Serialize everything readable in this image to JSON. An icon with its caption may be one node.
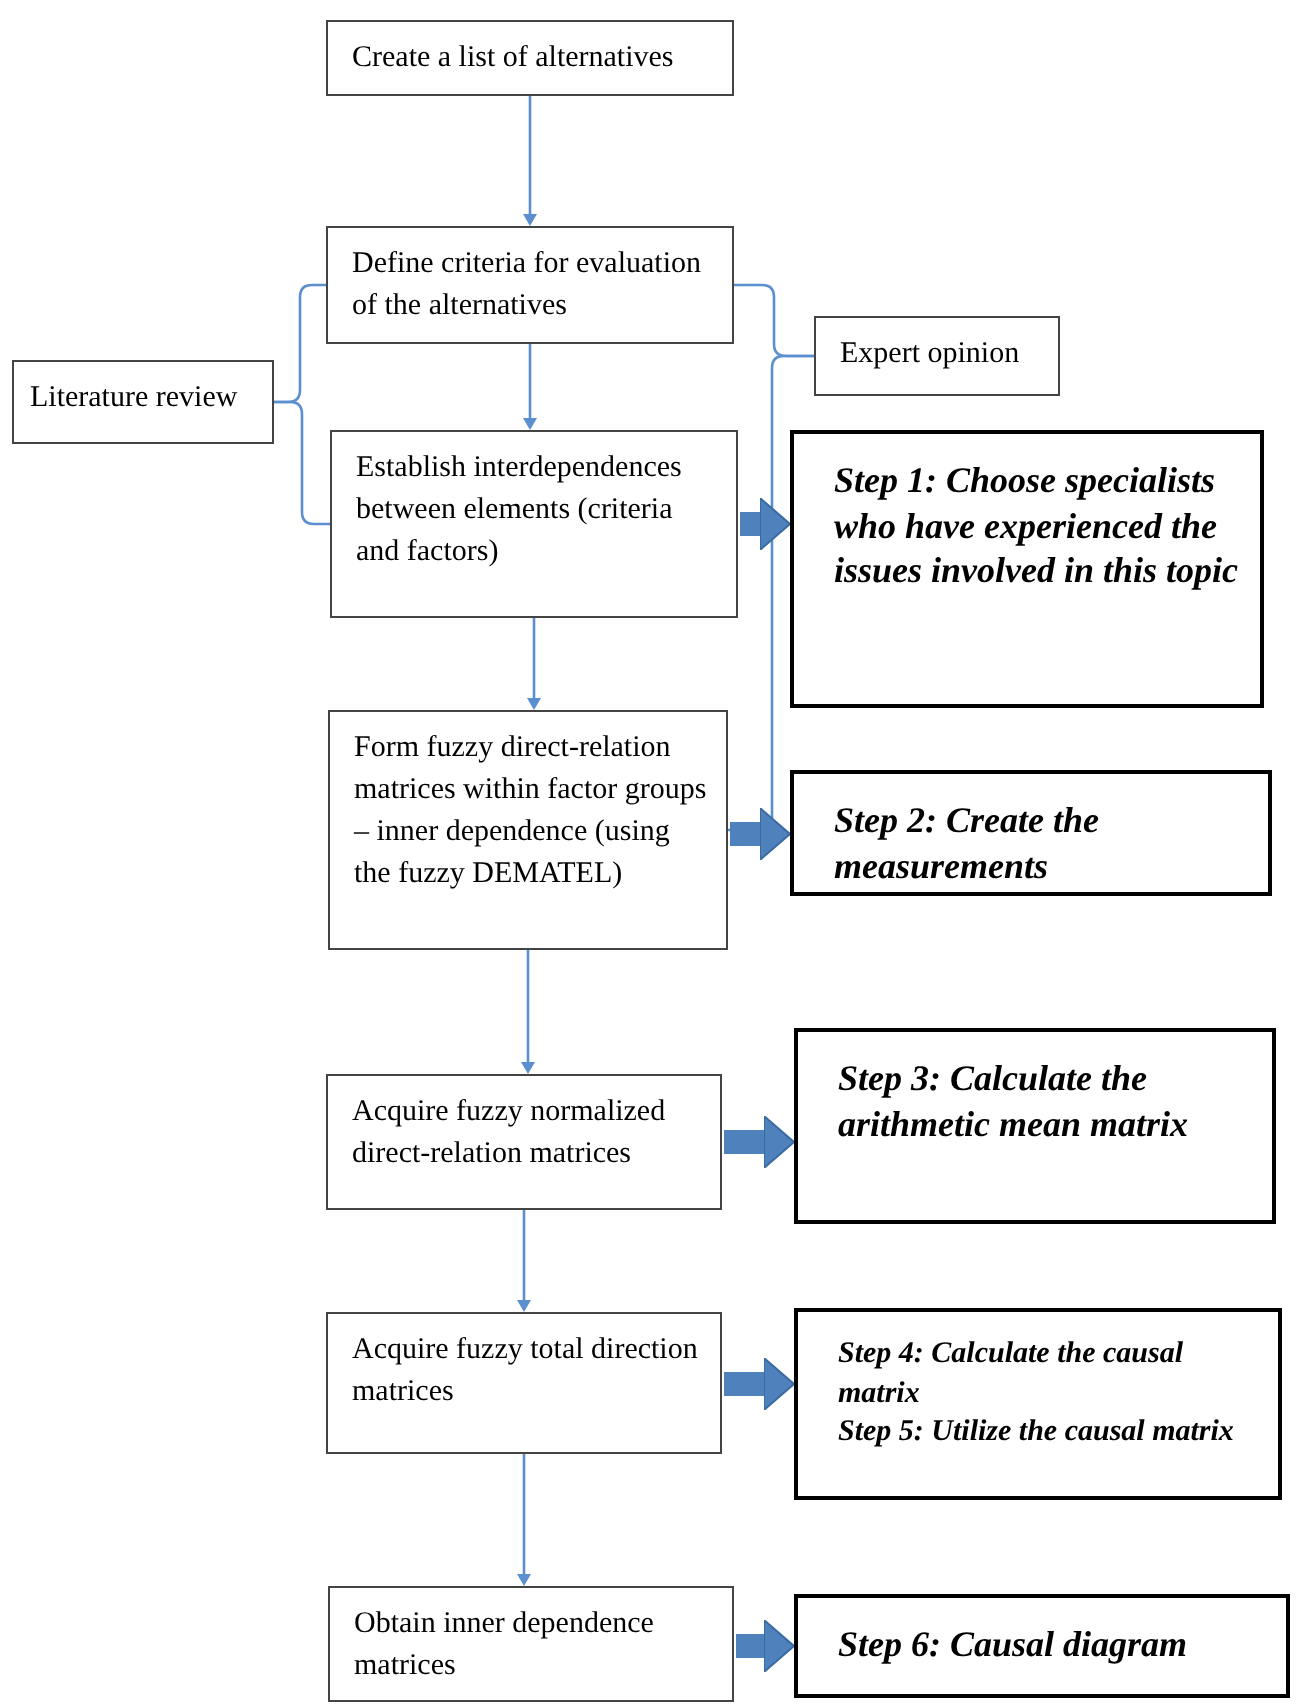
{
  "diagram": {
    "nodes": [
      {
        "text": [
          "Create a list of alternatives"
        ]
      },
      {
        "text": [
          "Define criteria for evaluation of the alternatives"
        ]
      },
      {
        "text": [
          "Literature review"
        ]
      },
      {
        "text": [
          "Establish interdependences between elements (criteria and factors)"
        ]
      },
      {
        "text": [
          "Expert opinion"
        ]
      },
      {
        "text": [
          "Step 1: Choose specialists who have experienced the issues involved in this topic"
        ]
      },
      {
        "text": [
          "Form fuzzy direct-relation matrices within factor groups – inner dependence (using the fuzzy DEMATEL)"
        ]
      },
      {
        "text": [
          "Step 2: Create the measurements"
        ]
      },
      {
        "text": [
          "Acquire fuzzy normalized direct-relation matrices"
        ]
      },
      {
        "text": [
          "Step 3: Calculate the arithmetic mean matrix"
        ]
      },
      {
        "text": [
          "Acquire fuzzy total direction matrices"
        ]
      },
      {
        "text": [
          "Step 4: Calculate the causal matrix",
          "Step 5: Utilize the causal matrix"
        ]
      },
      {
        "text": [
          "Obtain inner dependence matrices"
        ]
      },
      {
        "text": [
          "Step 6: Causal diagram"
        ]
      }
    ],
    "edges": [
      {
        "from": 0,
        "to": 1,
        "arrow": "to"
      },
      {
        "from": 1,
        "to": 3,
        "arrow": "to"
      },
      {
        "from": 3,
        "to": 6,
        "arrow": "to"
      },
      {
        "from": 6,
        "to": 8,
        "arrow": "to"
      },
      {
        "from": 8,
        "to": 10,
        "arrow": "to"
      },
      {
        "from": 10,
        "to": 12,
        "arrow": "to"
      },
      {
        "from": 2,
        "to": 1,
        "arrow": "none"
      },
      {
        "from": 2,
        "to": 3,
        "arrow": "none"
      },
      {
        "from": 1,
        "to": 4,
        "arrow": "none"
      },
      {
        "from": 6,
        "to": 4,
        "arrow": "none"
      },
      {
        "from": 3,
        "to": 5,
        "arrow": "to",
        "style": "thick",
        "color": "#4f81bd"
      },
      {
        "from": 6,
        "to": 7,
        "arrow": "to",
        "style": "thick",
        "color": "#4f81bd"
      },
      {
        "from": 8,
        "to": 9,
        "arrow": "to",
        "style": "thick",
        "color": "#4f81bd"
      },
      {
        "from": 10,
        "to": 11,
        "arrow": "to",
        "style": "thick",
        "color": "#4f81bd"
      },
      {
        "from": 12,
        "to": 13,
        "arrow": "to",
        "style": "thick",
        "color": "#4f81bd"
      }
    ]
  }
}
